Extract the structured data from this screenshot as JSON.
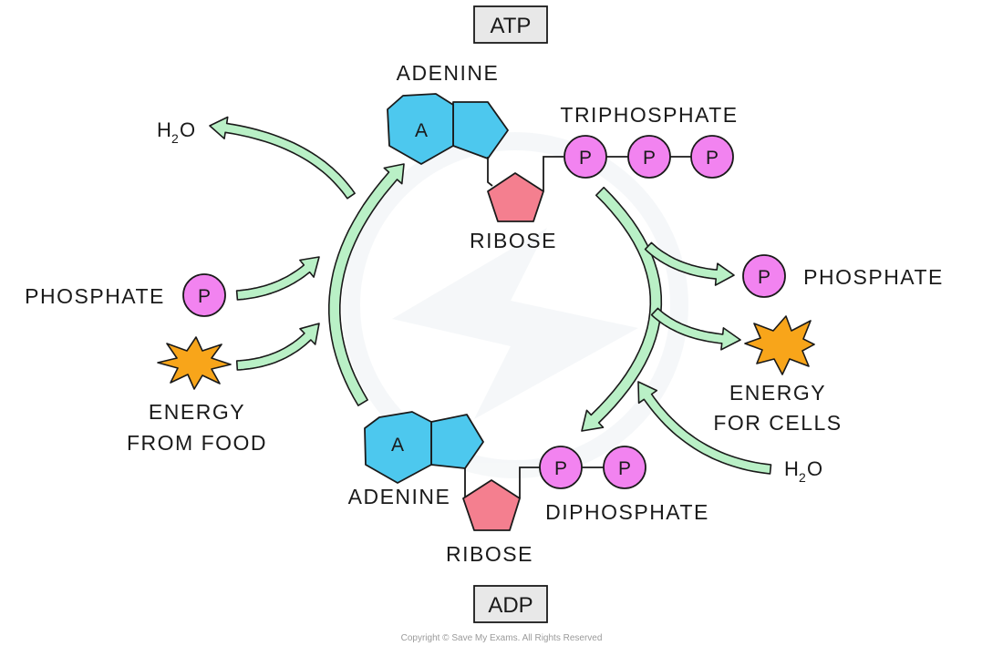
{
  "title_top": "ATP",
  "title_bottom": "ADP",
  "atp": {
    "adenine_label": "ADENINE",
    "adenine_letter": "A",
    "ribose_label": "RIBOSE",
    "triphosphate_label": "TRIPHOSPHATE",
    "phosphate_letter": "P"
  },
  "adp": {
    "adenine_label": "ADENINE",
    "adenine_letter": "A",
    "ribose_label": "RIBOSE",
    "diphosphate_label": "DIPHOSPHATE",
    "phosphate_letter": "P"
  },
  "left_inputs": {
    "phosphate_label": "PHOSPHATE",
    "phosphate_letter": "P",
    "energy_line1": "ENERGY",
    "energy_line2": "FROM FOOD",
    "water_main": "H",
    "water_sub": "2",
    "water_end": "O"
  },
  "right_outputs": {
    "phosphate_label": "PHOSPHATE",
    "phosphate_letter": "P",
    "energy_line1": "ENERGY",
    "energy_line2": "FOR CELLS",
    "water_main": "H",
    "water_sub": "2",
    "water_end": "O"
  },
  "copyright": "Copyright © Save My Exams. All Rights Reserved",
  "colors": {
    "arrow_fill": "#b9f0c6",
    "adenine": "#4dc8ee",
    "ribose": "#f47f8f",
    "phosphate": "#f283f0",
    "energy_star": "#f8a51a",
    "title_box": "#e8e8e8"
  }
}
